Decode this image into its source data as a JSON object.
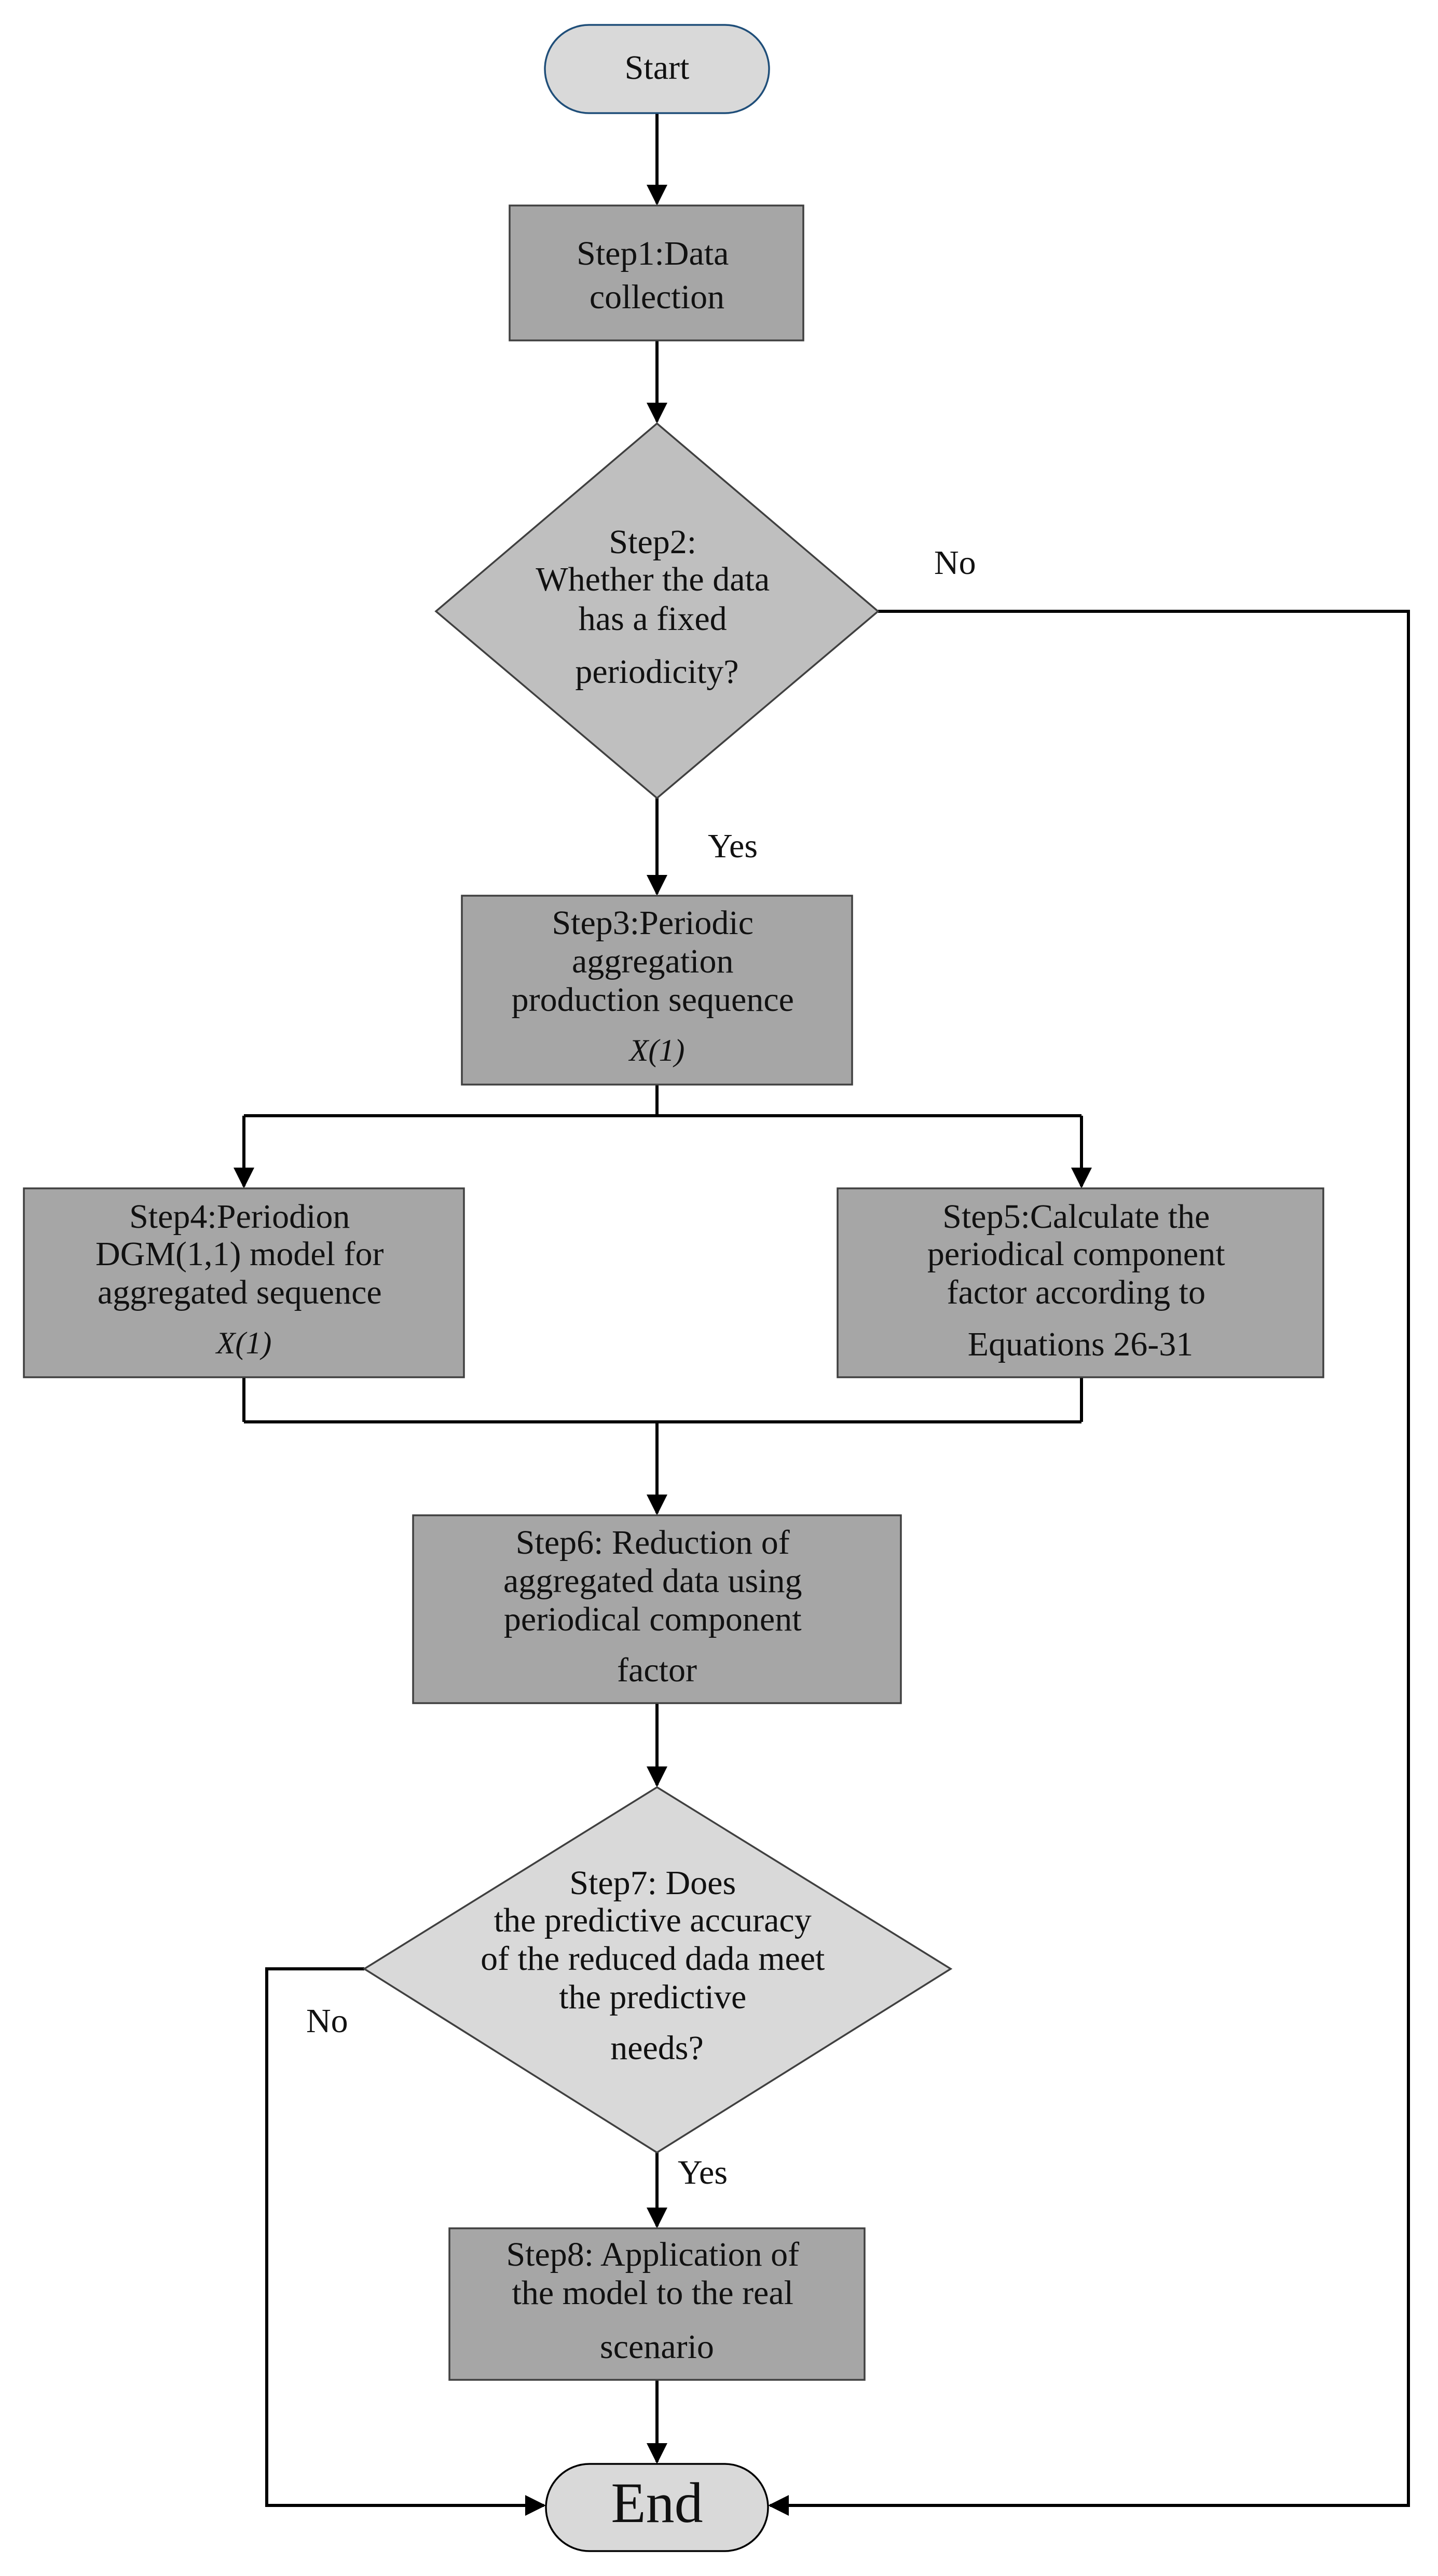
{
  "nodes": {
    "start": {
      "lines": [
        "Start"
      ]
    },
    "step1": {
      "lines": [
        "Step1:Data",
        "collection"
      ]
    },
    "step2": {
      "lines": [
        "Step2:",
        "Whether the data",
        "has a fixed",
        "periodicity?"
      ]
    },
    "step3": {
      "lines": [
        "Step3:Periodic",
        "aggregation",
        "production sequence",
        "X(1)"
      ]
    },
    "step4": {
      "lines": [
        "Step4:Periodion",
        "DGM(1,1) model for",
        "aggregated  sequence",
        "X(1)"
      ]
    },
    "step5": {
      "lines": [
        "Step5:Calculate the",
        "periodical component",
        "factor according to",
        "Equations 26-31"
      ]
    },
    "step6": {
      "lines": [
        "Step6: Reduction of",
        "aggregated data using",
        "periodical component",
        "factor"
      ]
    },
    "step7": {
      "lines": [
        "Step7: Does",
        "the predictive accuracy",
        "of the reduced dada meet",
        "the predictive",
        "needs?"
      ]
    },
    "step8": {
      "lines": [
        "Step8: Application of",
        "the model to the real",
        "scenario"
      ]
    },
    "end": {
      "lines": [
        "End"
      ]
    }
  },
  "edge_labels": {
    "step2_no": "No",
    "step2_yes": "Yes",
    "step7_no": "No",
    "step7_yes": "Yes"
  },
  "colors": {
    "terminal_fill": "#d9d9d9",
    "terminal_stroke": "#1f4e79",
    "end_stroke": "#000000",
    "process_fill": "#a6a6a6",
    "decision1_fill": "#bfbfbf",
    "decision2_fill": "#d9d9d9",
    "outline": "#404040",
    "edge": "#000000"
  }
}
